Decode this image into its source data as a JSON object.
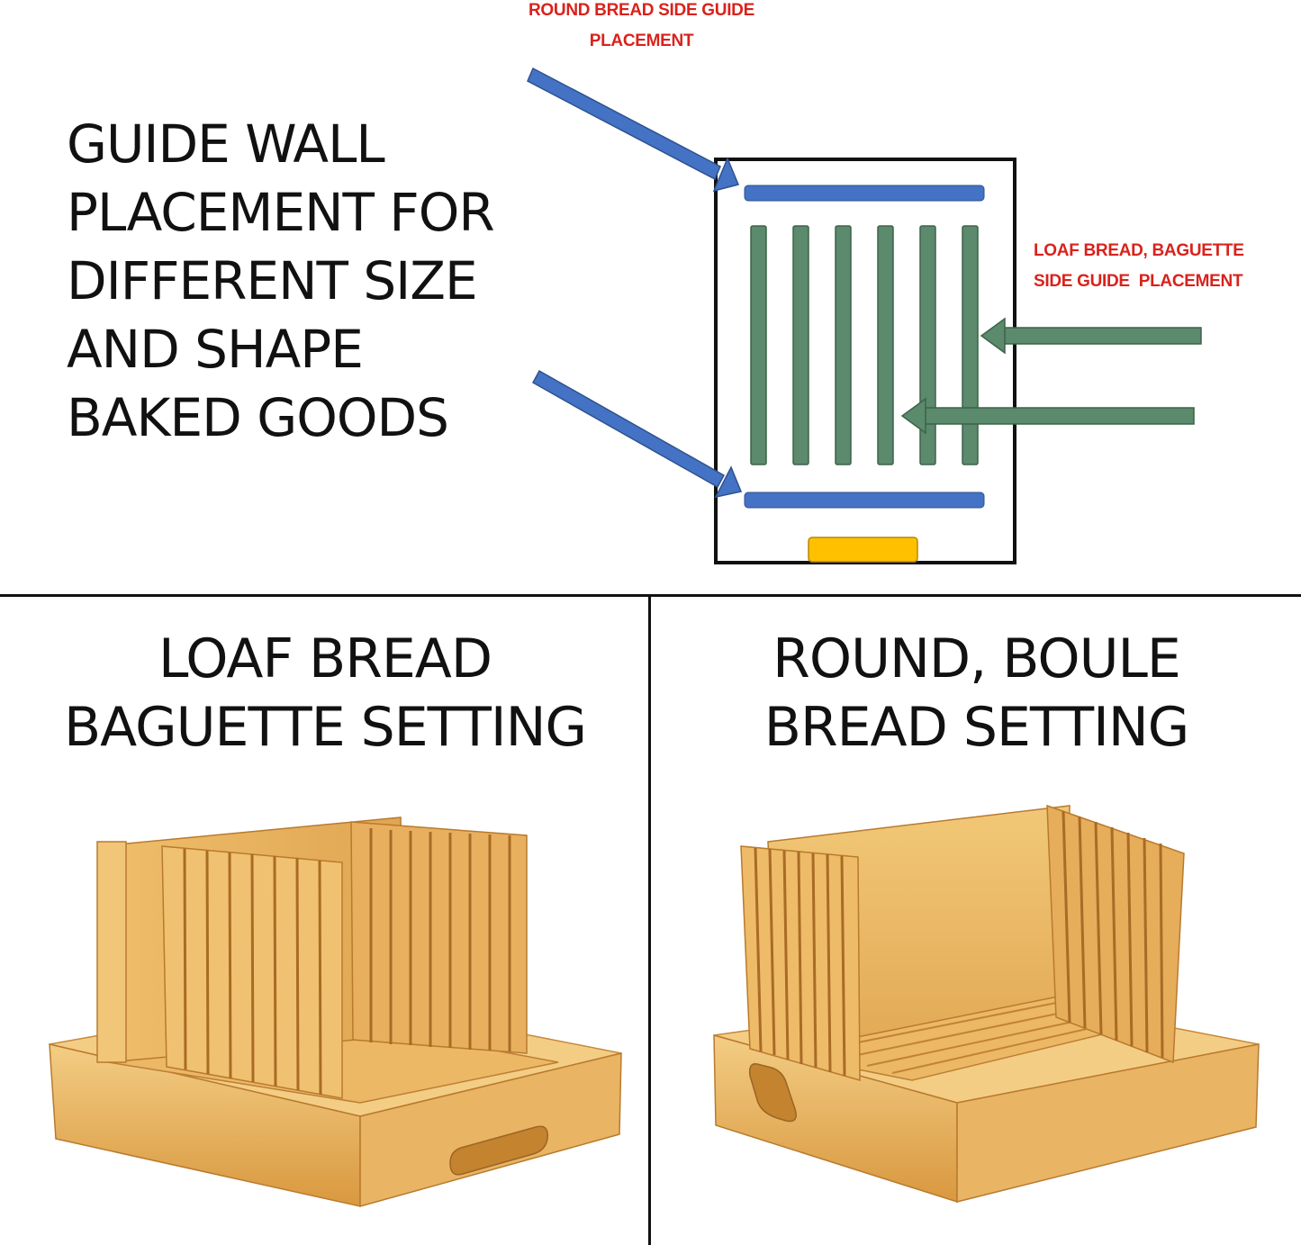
{
  "notes": {
    "round_guide": [
      "ROUND BREAD SIDE GUIDE",
      "PLACEMENT"
    ],
    "loaf_guide": [
      "LOAF BREAD, BAGUETTE",
      "SIDE GUIDE  PLACEMENT"
    ]
  },
  "heading": {
    "lines": [
      "GUIDE WALL",
      "PLACEMENT FOR",
      "DIFFERENT SIZE",
      "AND SHAPE",
      "BAKED GOODS"
    ]
  },
  "panels": {
    "left": {
      "title": [
        "LOAF BREAD",
        "BAGUETTE SETTING"
      ]
    },
    "right": {
      "title": [
        "ROUND, BOULE",
        "BREAD SETTING"
      ]
    }
  },
  "colors": {
    "round_guide_blue": "#4472c4",
    "loaf_guide_green": "#5b8a6c",
    "handle_yellow": "#ffc000",
    "note_red": "#d9221c",
    "outline": "#111111",
    "bamboo_light": "#f2c97e",
    "bamboo_mid": "#e2a552",
    "bamboo_dark": "#b97a2e"
  }
}
